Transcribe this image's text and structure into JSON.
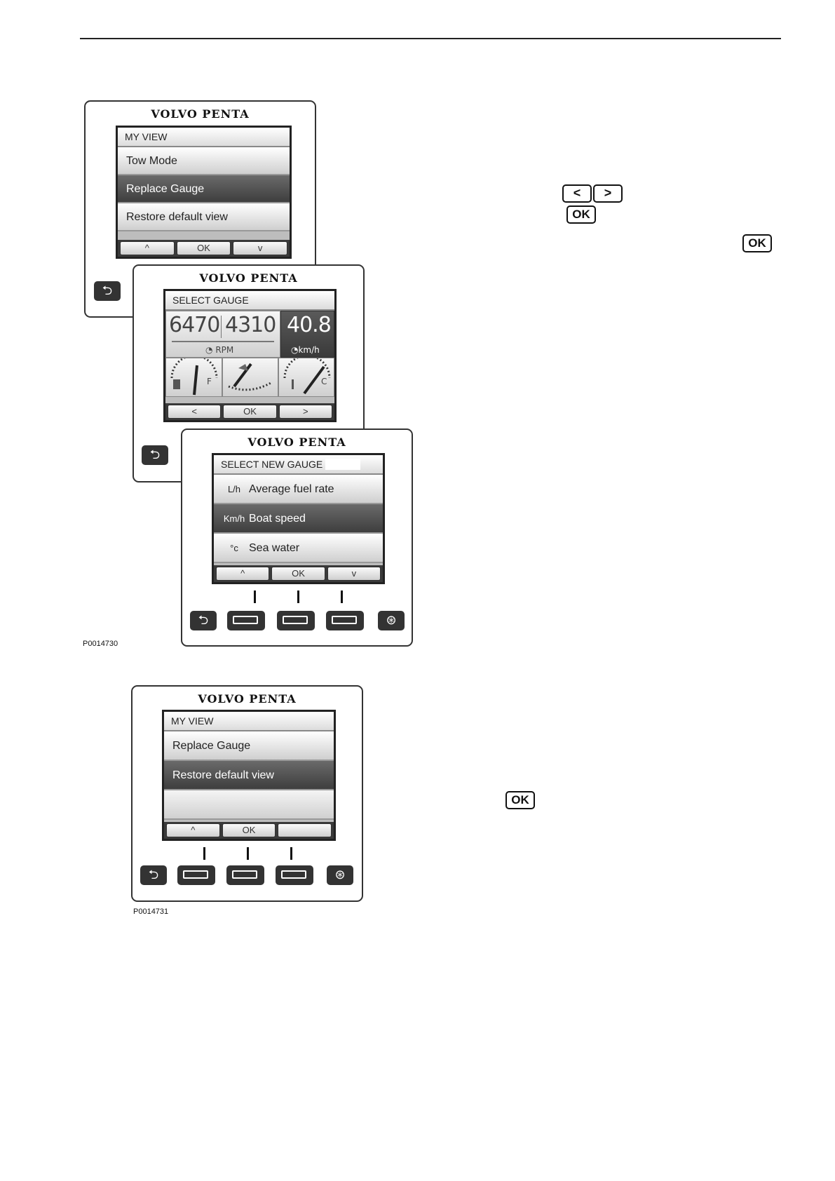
{
  "brand": "VOLVO PENTA",
  "panel1": {
    "title": "MY VIEW",
    "items": [
      "Tow Mode",
      "Replace Gauge",
      "Restore default view"
    ],
    "softkeys": [
      "^",
      "OK",
      "v"
    ]
  },
  "panel2": {
    "title": "SELECT GAUGE",
    "rpm_left": "6470",
    "rpm_right": "4310",
    "rpm_unit": "RPM",
    "speed_value": "40.8",
    "speed_unit": "km/h",
    "fuel_label": "F",
    "temp_label": "C",
    "softkeys": [
      "<",
      "OK",
      ">"
    ]
  },
  "panel3": {
    "title": "SELECT NEW GAUGE",
    "items": [
      {
        "icon": "L/h",
        "label": "Average fuel rate"
      },
      {
        "icon": "Km/h",
        "label": "Boat speed"
      },
      {
        "icon": "°c",
        "label": "Sea water"
      }
    ],
    "softkeys": [
      "^",
      "OK",
      "v"
    ]
  },
  "figure1_caption": "P0014730",
  "panel4": {
    "title": "MY VIEW",
    "items": [
      "Replace Gauge",
      "Restore default view",
      ""
    ],
    "softkeys": [
      "^",
      "OK",
      ""
    ]
  },
  "figure2_caption": "P0014731",
  "keys": {
    "left": "<",
    "right": ">",
    "ok": "OK"
  }
}
